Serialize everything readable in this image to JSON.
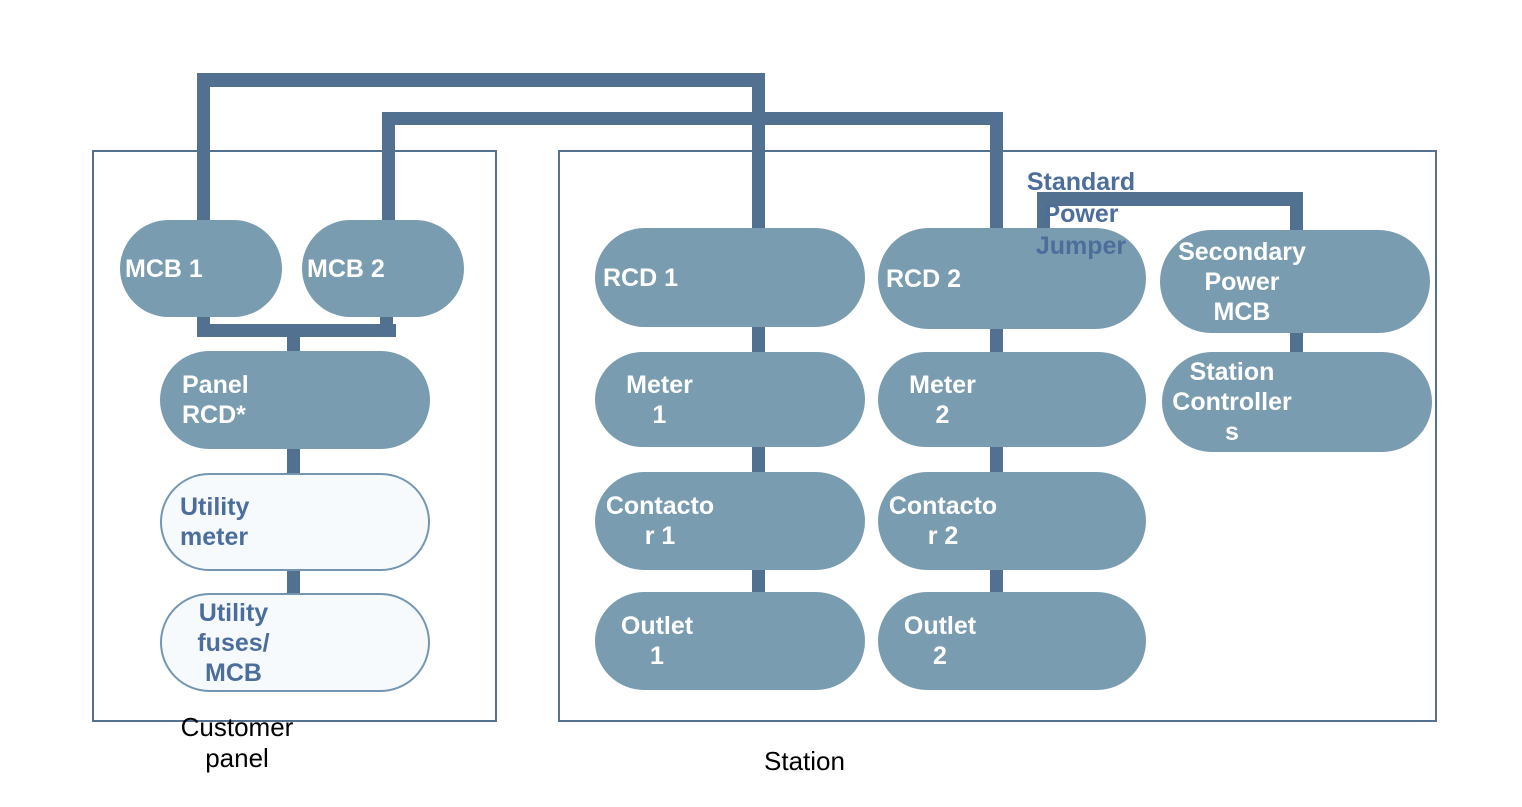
{
  "diagram": {
    "groups": {
      "customer_panel": {
        "label": "Customer\npanel"
      },
      "station": {
        "label": "Station"
      }
    },
    "annotation": {
      "label": "Standard\nPower\nJumper"
    },
    "nodes": {
      "mcb1": {
        "label": "MCB 1"
      },
      "mcb2": {
        "label": "MCB 2"
      },
      "panel_rcd": {
        "label": "Panel\nRCD*"
      },
      "utility_meter": {
        "label": "Utility\nmeter"
      },
      "utility_fuses": {
        "label": "Utility\nfuses/\nMCB"
      },
      "rcd1": {
        "label": "RCD 1"
      },
      "meter1": {
        "label": "Meter\n1"
      },
      "contactor1": {
        "label": "Contacto\nr 1"
      },
      "outlet1": {
        "label": "Outlet\n1"
      },
      "rcd2": {
        "label": "RCD 2"
      },
      "meter2": {
        "label": "Meter\n2"
      },
      "contactor2": {
        "label": "Contacto\nr 2"
      },
      "outlet2": {
        "label": "Outlet\n2"
      },
      "secondary_power_mcb": {
        "label": "Secondary\nPower\nMCB"
      },
      "station_controllers": {
        "label": "Station\nController\ns"
      }
    },
    "connections": [
      {
        "from": "MCB 1",
        "to": "RCD 1"
      },
      {
        "from": "MCB 2",
        "to": "RCD 2"
      },
      {
        "from": "MCB 1",
        "to": "Panel RCD*"
      },
      {
        "from": "MCB 2",
        "to": "Panel RCD*"
      },
      {
        "from": "Panel RCD*",
        "to": "Utility meter"
      },
      {
        "from": "Utility meter",
        "to": "Utility fuses/MCB"
      },
      {
        "from": "RCD 1",
        "to": "Meter 1"
      },
      {
        "from": "Meter 1",
        "to": "Contactor 1"
      },
      {
        "from": "Contactor 1",
        "to": "Outlet 1"
      },
      {
        "from": "RCD 2",
        "to": "Meter 2"
      },
      {
        "from": "Meter 2",
        "to": "Contactor 2"
      },
      {
        "from": "Contactor 2",
        "to": "Outlet 2"
      },
      {
        "from": "RCD 2",
        "to": "Secondary Power MCB",
        "via": "Standard Power Jumper"
      },
      {
        "from": "Secondary Power MCB",
        "to": "Station Controllers"
      }
    ],
    "colors": {
      "node_fill": "#7a9cb0",
      "node_text": "#ffffff",
      "connector": "#52708f",
      "group_border": "#54718f",
      "light_node_fill": "#f7fafd",
      "light_node_border": "#7496b3",
      "light_node_text": "#4c6e9d",
      "annotation_text": "#4d6e9a",
      "group_label_text": "#000000"
    }
  }
}
